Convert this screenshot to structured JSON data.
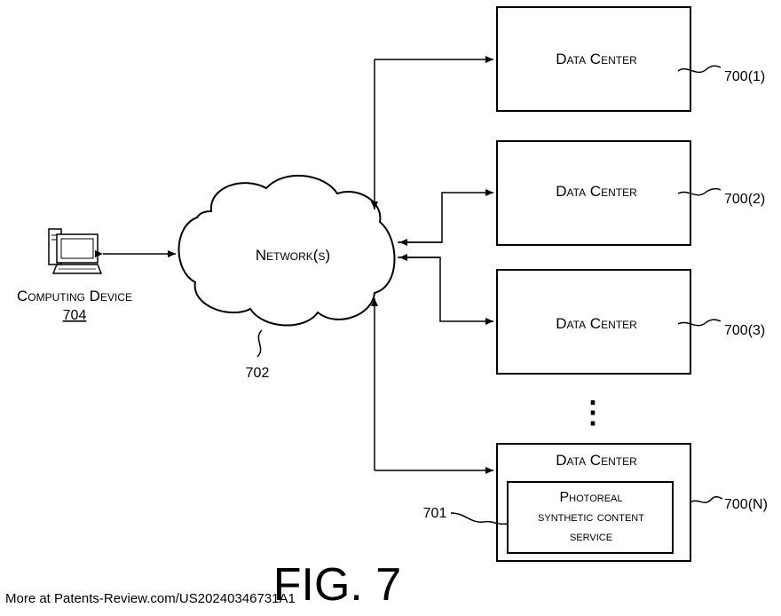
{
  "diagram": {
    "figure_label": "FIG. 7",
    "network": {
      "label": "Network(s)",
      "ref": "702"
    },
    "computing_device": {
      "label": "Computing Device",
      "ref": "704"
    },
    "data_centers": [
      {
        "label": "Data Center",
        "ref": "700(1)"
      },
      {
        "label": "Data Center",
        "ref": "700(2)"
      },
      {
        "label": "Data Center",
        "ref": "700(3)"
      },
      {
        "label": "Data Center",
        "ref": "700(N)"
      }
    ],
    "service": {
      "line1": "Photoreal",
      "line2": "synthetic content",
      "line3": "service",
      "ref": "701"
    },
    "ellipsis": "⋮"
  },
  "footer": {
    "text": "More at Patents-Review.com/US20240346731A1"
  }
}
